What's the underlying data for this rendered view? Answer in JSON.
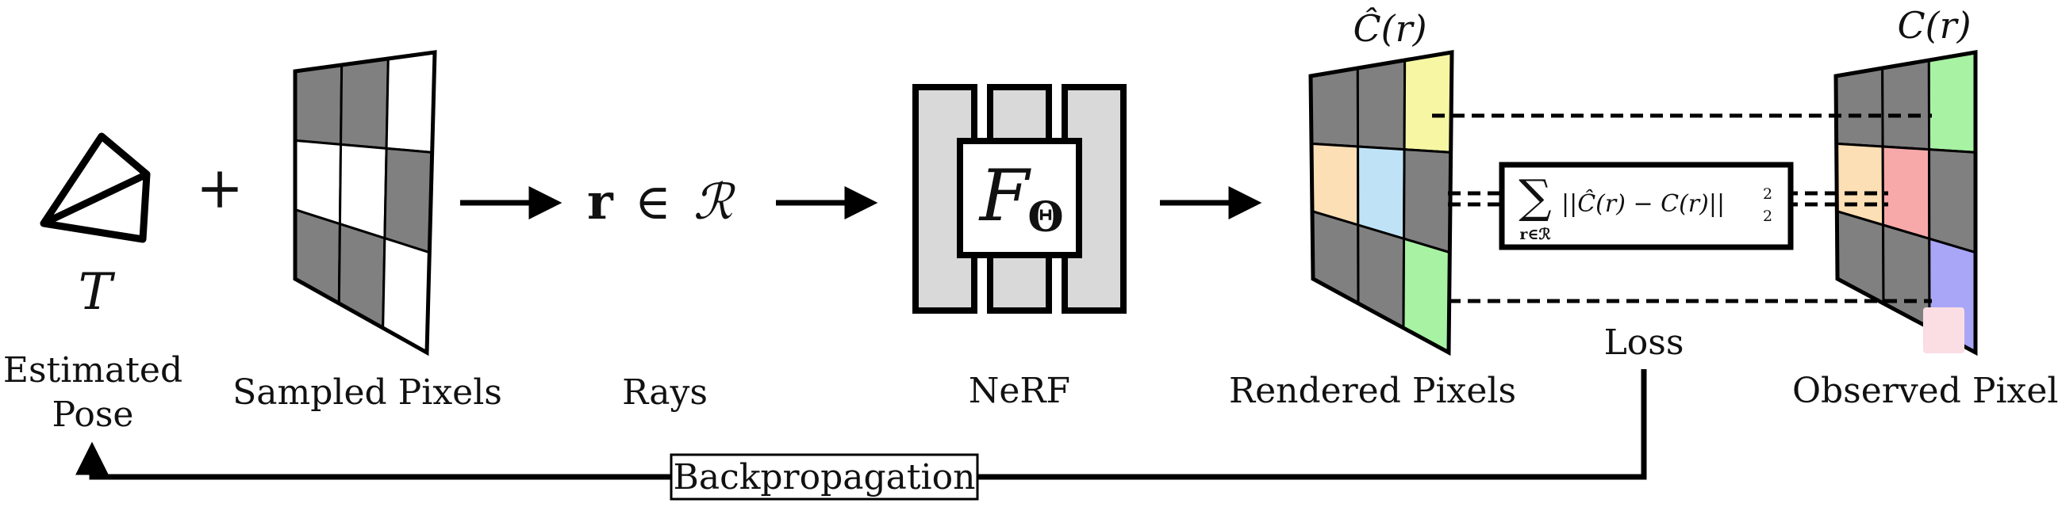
{
  "labels": {
    "pose_symbol": "T",
    "estimated_pose_line1": "Estimated",
    "estimated_pose_line2": "Pose",
    "sampled_pixels": "Sampled Pixels",
    "rays": "Rays",
    "nerf": "NeRF",
    "rendered_pixels": "Rendered Pixels",
    "loss": "Loss",
    "observed_pixels": "Observed Pixels",
    "backpropagation": "Backpropagation"
  },
  "math": {
    "plus": "+",
    "ray_r": "r",
    "ray_in": "∈",
    "ray_set": "ℛ",
    "network_F": "F",
    "network_theta": "Θ",
    "rendered_color": "Ĉ(r)",
    "observed_color": "C(r)",
    "loss_sum": "∑",
    "loss_sum_index": "r∈ℛ",
    "loss_body": "||Ĉ(r) − C(r)||",
    "loss_sub": "2",
    "loss_sup": "2"
  },
  "grids": {
    "sampled": [
      "#808080",
      "#808080",
      "#ffffff",
      "#ffffff",
      "#ffffff",
      "#808080",
      "#808080",
      "#808080",
      "#ffffff"
    ],
    "rendered": [
      "#808080",
      "#808080",
      "#f7f7a3",
      "#fddfb6",
      "#bfe2f7",
      "#808080",
      "#808080",
      "#808080",
      "#a7f2a3"
    ],
    "observed": [
      "#808080",
      "#808080",
      "#a7f2a3",
      "#fddfb6",
      "#f7a9aa",
      "#808080",
      "#808080",
      "#808080",
      "#a9a6f7"
    ]
  }
}
